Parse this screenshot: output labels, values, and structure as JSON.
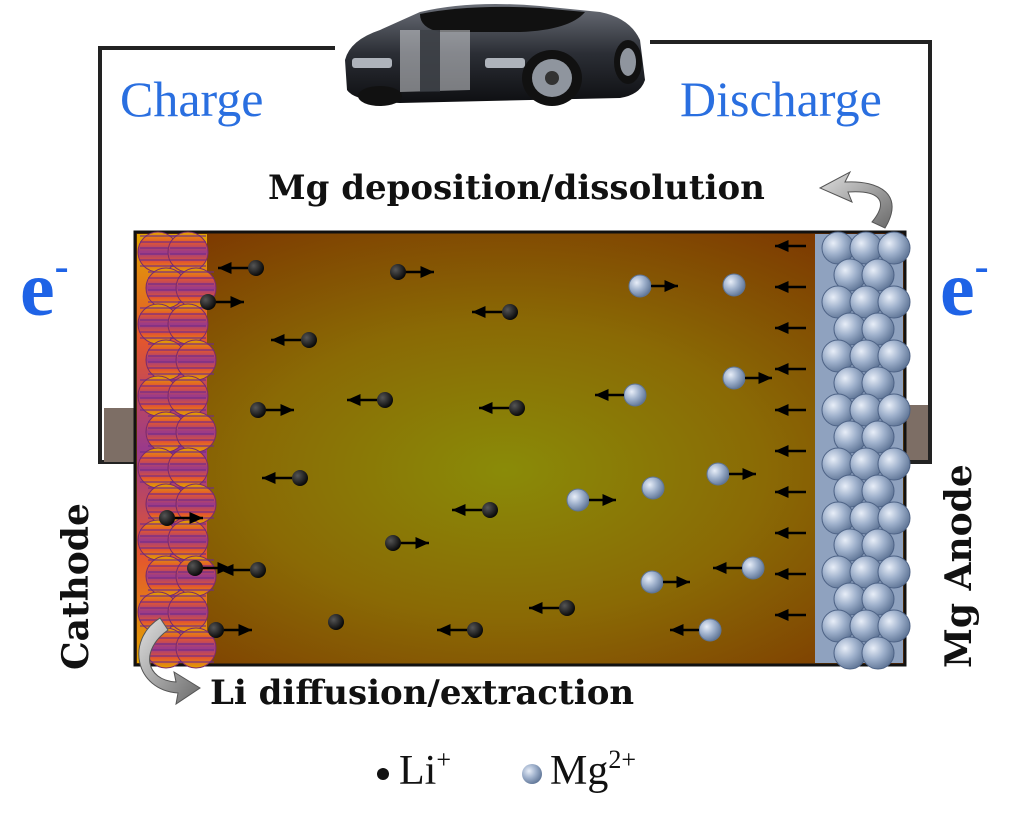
{
  "labels": {
    "charge": "Charge",
    "discharge": "Discharge",
    "electron_left": "e",
    "electron_right": "e",
    "electron_sup": "-",
    "mg_deposition": "Mg deposition/dissolution",
    "li_diffusion": "Li diffusion/extraction",
    "cathode": "Cathode",
    "mg_anode": "Mg Anode"
  },
  "legend": {
    "li_text": "Li",
    "li_sup": "+",
    "mg_text": "Mg",
    "mg_sup": "2+"
  },
  "icons": {
    "car": "car-icon",
    "li_ion": "li-ion-dot",
    "mg_ion": "mg-ion-sphere"
  },
  "colors": {
    "label_blue": "#2a6fe0",
    "electrolyte_top": "#7a2e00",
    "electrolyte_mid": "#8a7a08",
    "li_ion": "#111111",
    "mg_ion": "#9fb1cc"
  }
}
